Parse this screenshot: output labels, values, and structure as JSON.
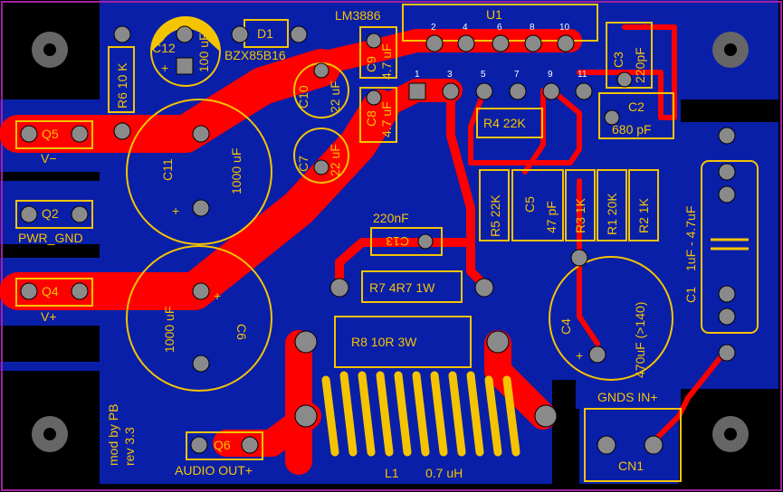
{
  "colors": {
    "board": "#000000",
    "copper_fill": "#0a1fa8",
    "trace": "#ff0000",
    "silk": "#f5c400",
    "pad": "#8a8a8a",
    "outline": "#a020a0"
  },
  "labels": {
    "u1": "U1",
    "lm3886": "LM3886",
    "d1": "D1",
    "bzx": "BZX85B16",
    "c12": "C12",
    "c12v": "100 uF",
    "r6": "R6 10 K",
    "c9": "C9",
    "c9v": "4.7 uF",
    "c10": "C10",
    "c10v": "22 uF",
    "c8": "C8",
    "c8v": "4.7 uF",
    "c7": "C7",
    "c7v": "22 uF",
    "c3": "C3",
    "c3v": "220pF",
    "c2": "C2",
    "c2v": "680 pF",
    "r4": "R4 22K",
    "r5": "R5 22K",
    "c5": "C5",
    "c5v": "47 pF",
    "r3": "R3 1K",
    "r1": "R1 20K",
    "r2": "R2 1K",
    "c11": "C11",
    "c11v": "1000 uF",
    "c6": "C6",
    "c6v": "1000 uF",
    "q5": "Q5",
    "vminus": "V−",
    "q2": "Q2",
    "pwrgnd": "PWR_GND",
    "q4": "Q4",
    "vplus": "V+",
    "c13v": "220nF",
    "c13": "C13",
    "r7": "R7 4R7 1W",
    "r8": "R8 10R 3W",
    "l1": "L1",
    "l1v": "0.7 uH",
    "c4": "C4",
    "c4v": "470uF (>140)",
    "c1": "C1",
    "c1v": "1uF - 4.7uF",
    "gnds": "GNDS IN+",
    "cn1": "CN1",
    "q6": "Q6",
    "audioout": "AUDIO OUT+",
    "mod": "mod by PB",
    "rev": "rev 3.3",
    "pin1": "1",
    "pin2": "2",
    "pin3": "3",
    "pin4": "4",
    "pin5": "5",
    "pin6": "6",
    "pin7": "7",
    "pin8": "8",
    "pin9": "9",
    "pin10": "10",
    "pin11": "11",
    "plus": "+"
  }
}
